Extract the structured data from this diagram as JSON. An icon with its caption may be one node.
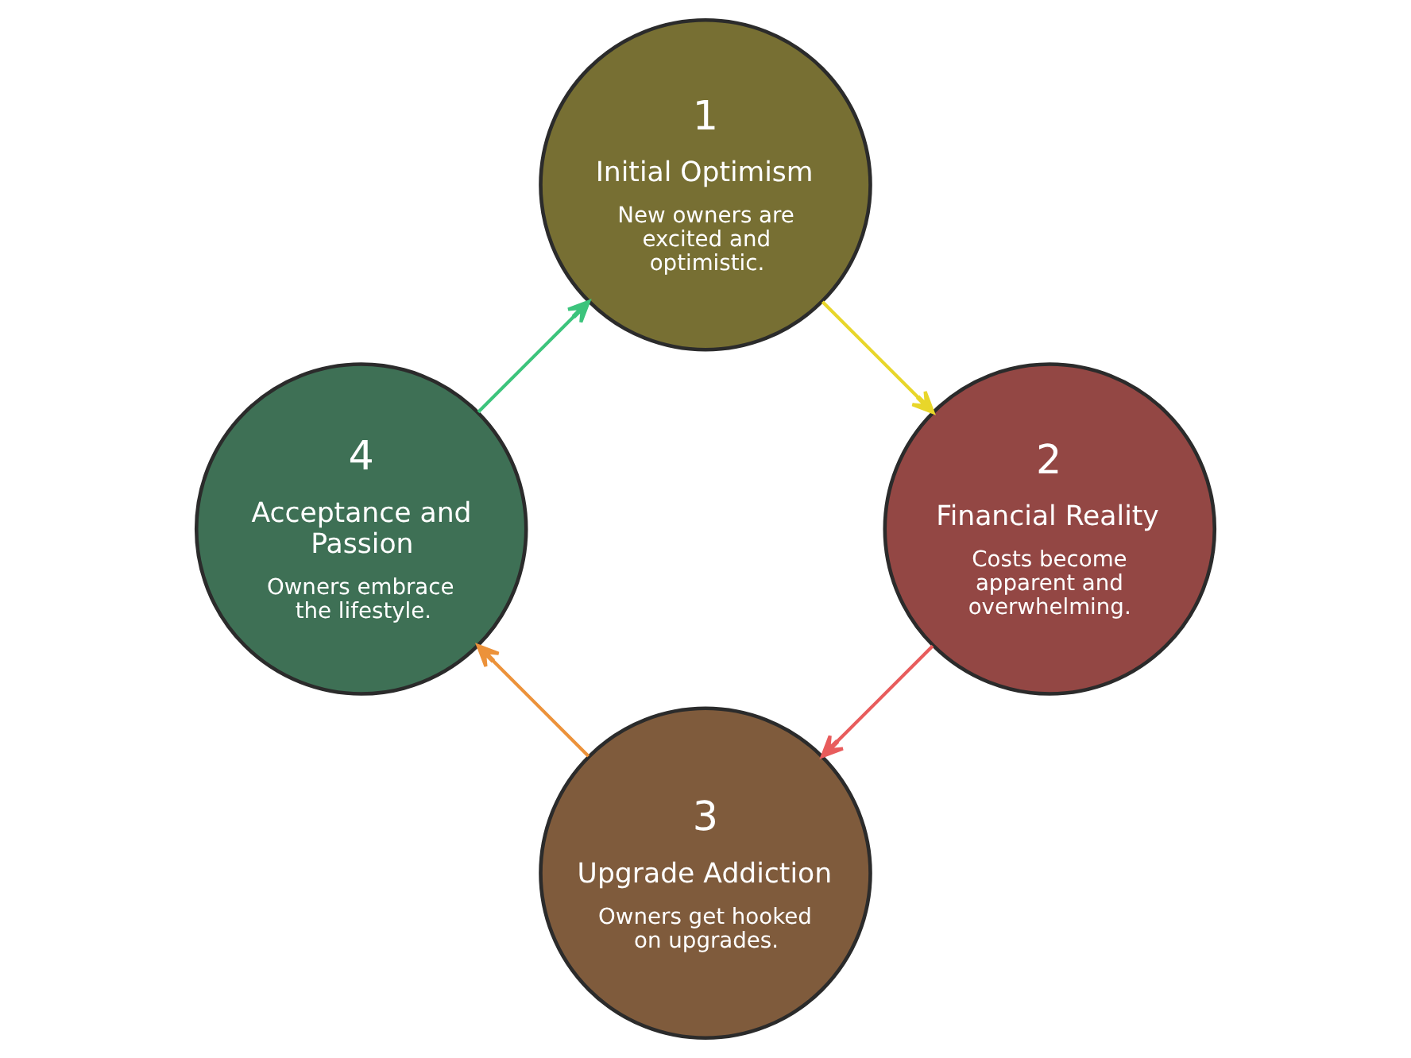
{
  "diagram": {
    "nodes": [
      {
        "text": [
          "1",
          "Initial Optimism",
          "New owners are excited and optimistic."
        ]
      },
      {
        "text": [
          "2",
          "Financial Reality",
          "Costs become apparent and overwhelming."
        ]
      },
      {
        "text": [
          "3",
          "Upgrade Addiction",
          "Owners get hooked on upgrades."
        ]
      },
      {
        "text": [
          "4",
          "Acceptance and Passion",
          "Owners embrace the lifestyle."
        ]
      }
    ],
    "edges": [
      {
        "from": 0,
        "to": 1,
        "arrow": "to",
        "color": "#e8d62a"
      },
      {
        "from": 1,
        "to": 2,
        "arrow": "to",
        "color": "#e85c5c"
      },
      {
        "from": 2,
        "to": 3,
        "arrow": "to",
        "color": "#ec923a"
      },
      {
        "from": 3,
        "to": 0,
        "arrow": "to",
        "color": "#3cc47c"
      }
    ]
  }
}
